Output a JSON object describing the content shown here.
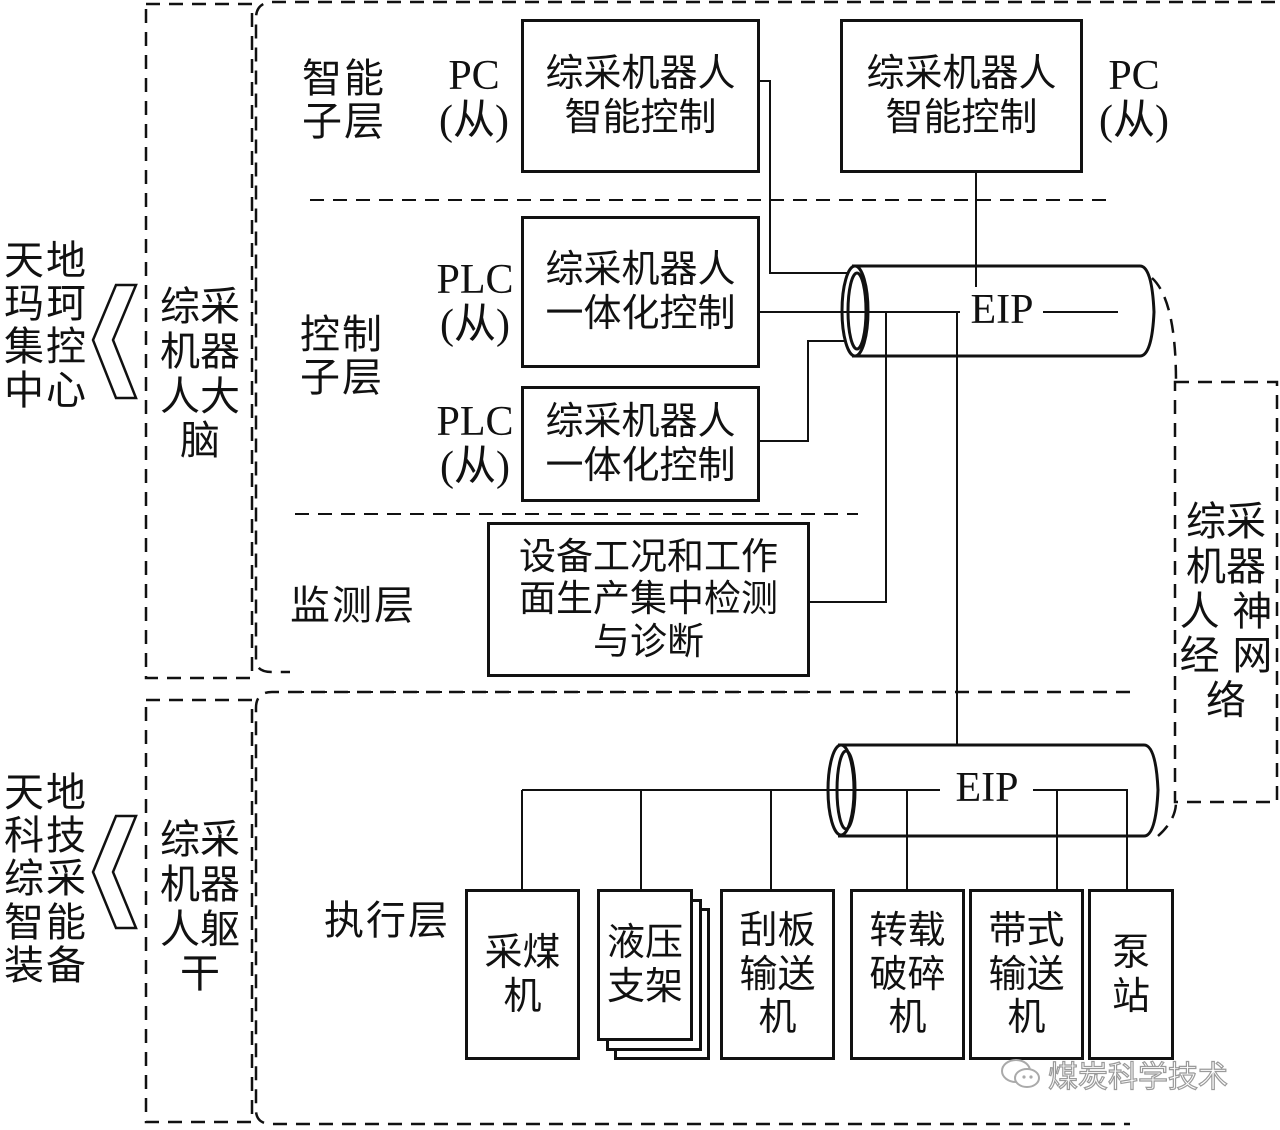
{
  "left_labels": {
    "top_org": "天地\n玛珂\n集控\n中心",
    "bottom_org": "天地\n科技\n综采\n智能\n装备"
  },
  "brain_label": "综采\n机器\n人大\n脑",
  "trunk_label": "综采\n机器\n人躯\n干",
  "neural_label": "综采\n机器\n人\n神经\n网络",
  "layers": {
    "intelligent": "智能\n子层",
    "control": "控制\n子层",
    "monitor": "监测层",
    "execution": "执行层"
  },
  "intelligent_nodes": [
    {
      "role": "PC\n(从)",
      "label": "综采机器人\n智能控制"
    },
    {
      "role": "PC\n(从)",
      "label": "综采机器人\n智能控制"
    }
  ],
  "control_nodes": [
    {
      "role": "PLC\n(从)",
      "label": "综采机器人\n一体化控制"
    },
    {
      "role": "PLC\n(从)",
      "label": "综采机器人\n一体化控制"
    }
  ],
  "monitor_node": {
    "label": "设备工况和工作\n面生产集中检测\n与诊断"
  },
  "bus_upper": {
    "label": "EIP"
  },
  "bus_lower": {
    "label": "EIP"
  },
  "equipment": [
    {
      "label": "采煤\n机"
    },
    {
      "label": "液压\n支架"
    },
    {
      "label": "刮板\n输送\n机"
    },
    {
      "label": "转载\n破碎\n机"
    },
    {
      "label": "带式\n输送\n机"
    },
    {
      "label": "泵\n站"
    }
  ],
  "watermark": "煤炭科学技术",
  "colors": {
    "line": "#111111",
    "background": "#ffffff",
    "watermark": "#bbbbbb"
  }
}
